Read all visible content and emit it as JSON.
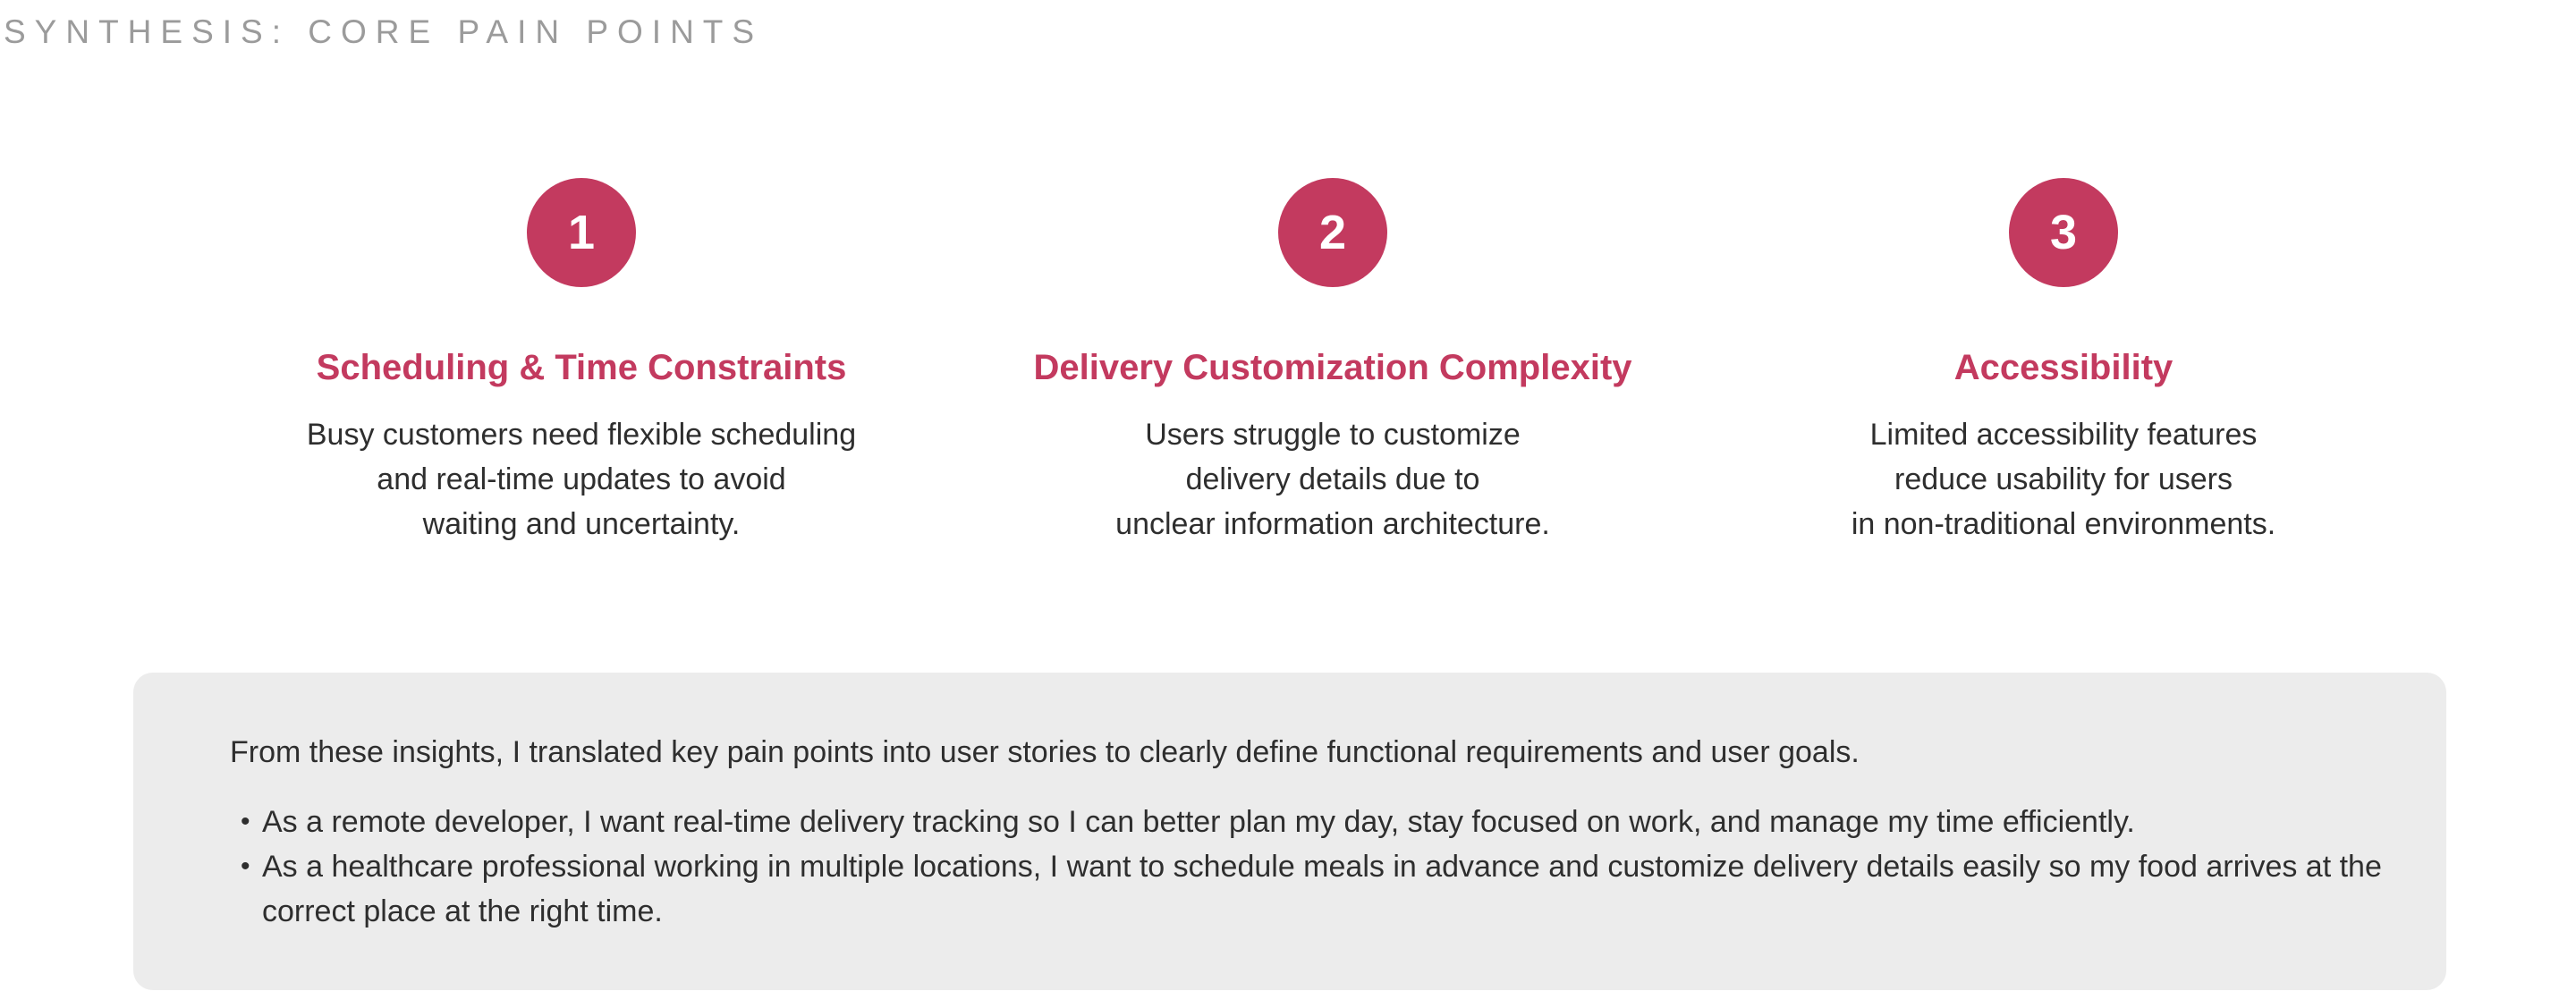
{
  "page": {
    "title": "SYNTHESIS: CORE PAIN POINTS"
  },
  "colors": {
    "accent": "#c33a5f",
    "title_gray": "#9b9b9b",
    "body_text": "#2e2e2e",
    "box_bg": "#ececec"
  },
  "pain_points": [
    {
      "number": "1",
      "heading": "Scheduling & Time Constraints",
      "body_lines": [
        "Busy customers need flexible scheduling",
        "and real-time updates to avoid",
        "waiting and uncertainty."
      ]
    },
    {
      "number": "2",
      "heading": "Delivery Customization Complexity",
      "body_lines": [
        "Users struggle to customize",
        "delivery details due to",
        "unclear information architecture."
      ]
    },
    {
      "number": "3",
      "heading": "Accessibility",
      "body_lines": [
        "Limited accessibility features",
        "reduce usability for users",
        "in non-traditional environments."
      ]
    }
  ],
  "summary_box": {
    "intro": "From these insights, I translated key pain points into user stories to clearly define functional requirements and user goals.",
    "bullet_marker": "•",
    "bullets": [
      "As a remote developer, I want real-time delivery tracking so I can better plan my day, stay focused on work, and manage my time efficiently.",
      "As a healthcare professional working in multiple locations, I want to schedule meals in advance and customize delivery details easily so my food arrives at the correct place at the right time."
    ]
  }
}
